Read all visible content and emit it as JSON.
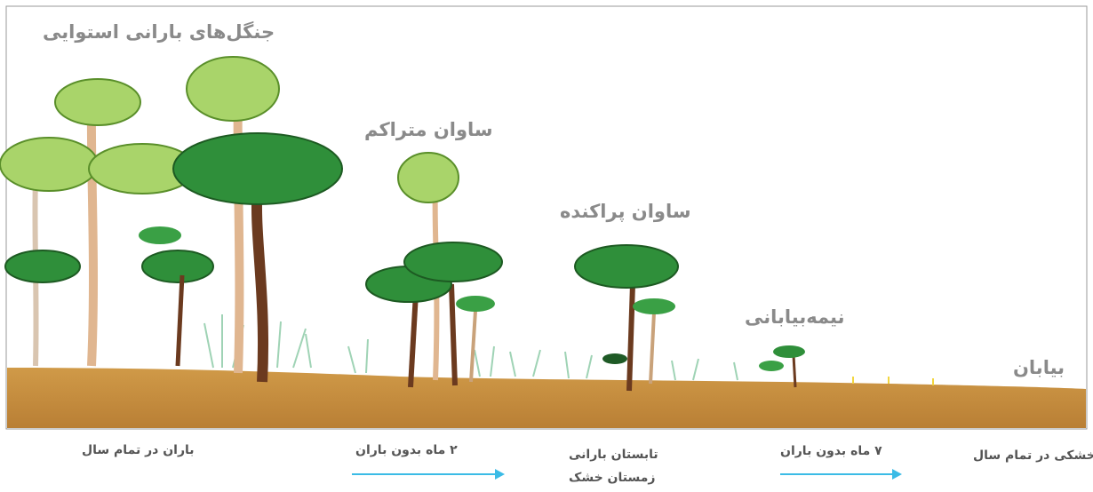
{
  "biomes": {
    "rainforest": "جنگل‌های بارانی استوایی",
    "dense_savanna": "ساوان متراکم",
    "sparse_savanna": "ساوان پراکنده",
    "semi_desert": "نیمه‌بیابانی",
    "desert": "بیابان"
  },
  "rainfall": {
    "all_year": "باران در تمام سال",
    "two_months": "۲ ماه بدون باران",
    "season_line1": "تابستان بارانی",
    "season_line2": "زمستان خشک",
    "seven_months": "۷ ماه بدون باران",
    "dry_all_year": "خشکی در تمام سال"
  },
  "colors": {
    "ground": "#c9903f",
    "canopy_dark": "#2f8f3a",
    "canopy_light": "#a9d46a",
    "trunk": "#6b3a1f",
    "arrow": "#3bbbe6",
    "label": "#8a8a8a"
  }
}
